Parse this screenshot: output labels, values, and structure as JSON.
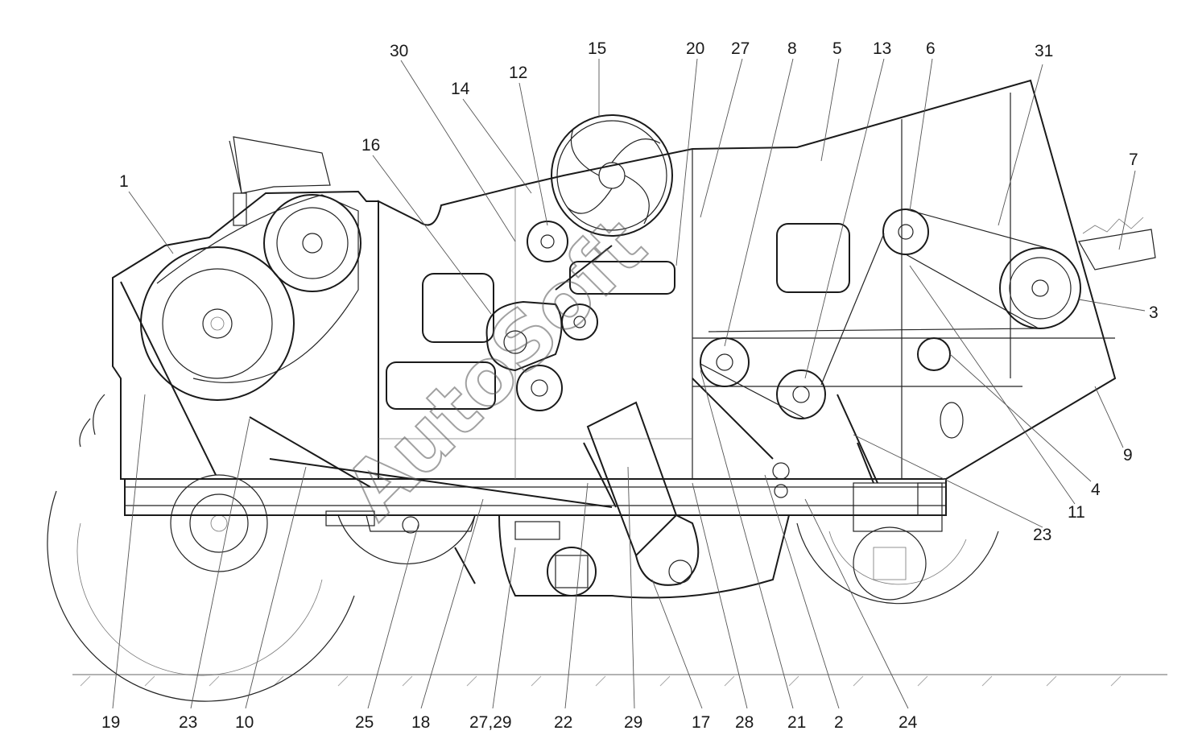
{
  "watermark": "AutoSoft",
  "colors": {
    "line": "#1a1a1a",
    "ground": "#999999",
    "background": "#ffffff"
  },
  "callouts": {
    "c1": "1",
    "c2": "2",
    "c3": "3",
    "c4": "4",
    "c5": "5",
    "c6": "6",
    "c7": "7",
    "c8": "8",
    "c9": "9",
    "c10": "10",
    "c11": "11",
    "c12": "12",
    "c13": "13",
    "c14": "14",
    "c15": "15",
    "c16": "16",
    "c17": "17",
    "c18": "18",
    "c19": "19",
    "c20": "20",
    "c21": "21",
    "c22": "22",
    "c23a": "23",
    "c23b": "23",
    "c24": "24",
    "c25": "25",
    "c27a": "27",
    "c27b": "27,29",
    "c28": "28",
    "c29": "29",
    "c30": "30",
    "c31": "31"
  }
}
